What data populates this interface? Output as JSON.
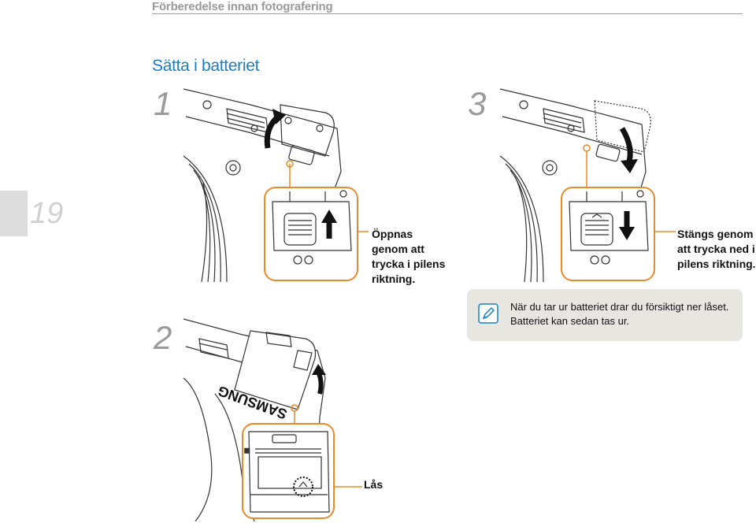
{
  "header": {
    "title": "Förberedelse innan fotografering"
  },
  "page": {
    "number": "19"
  },
  "section": {
    "title": "Sätta i batteriet"
  },
  "steps": [
    {
      "number": "1",
      "caption": [
        "Öppnas",
        "genom att",
        "trycka i pilens",
        "riktning."
      ]
    },
    {
      "number": "2",
      "brand": "SAMSUNG",
      "label": "Lås"
    },
    {
      "number": "3",
      "caption": [
        "Stängs genom",
        "att trycka ned i",
        "pilens riktning."
      ]
    }
  ],
  "note": {
    "icon": "pencil-note-icon",
    "lines": [
      "När du tar ur batteriet drar du försiktigt ner låset.",
      "Batteriet kan sedan tas ur."
    ]
  },
  "colors": {
    "accent": "#1a7fc0",
    "callout": "#e88a2a",
    "note_bg": "#e8e6e1",
    "muted": "#9a9a9a"
  }
}
